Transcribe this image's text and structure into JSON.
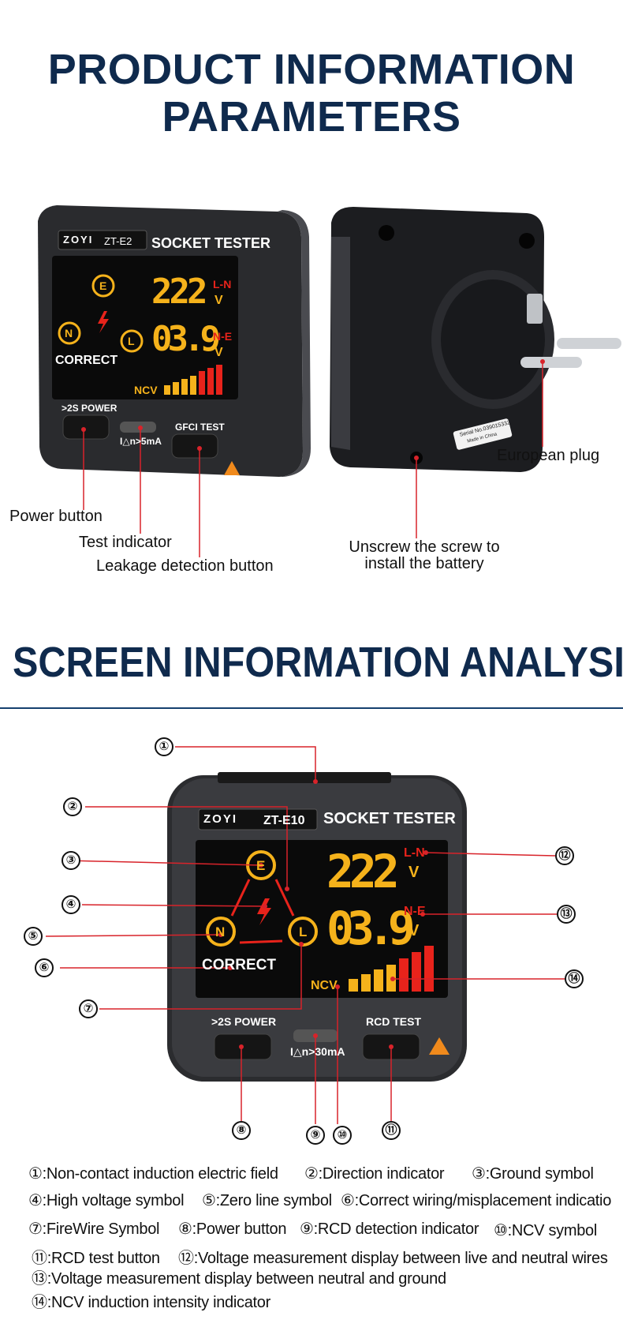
{
  "titles": {
    "product_line1": "PRODUCT INFORMATION",
    "product_line2": "PARAMETERS",
    "screen": "SCREEN INFORMATION ANALYSIS"
  },
  "device_front": {
    "brand": "ZOYI",
    "model": "ZT-E2",
    "name": "SOCKET TESTER",
    "reading_ln": "222",
    "reading_ne": "03.9",
    "label_ln": "L-N",
    "label_ne": "N-E",
    "unit": "V",
    "status": "CORRECT",
    "ncv": "NCV",
    "power_label": ">2S POWER",
    "test_label": "GFCI TEST",
    "leak_label": "I△n>5mA"
  },
  "device_back": {
    "serial": "Serial No.039015332",
    "made_in": "Made in China"
  },
  "callouts": {
    "power_button": "Power button",
    "test_indicator": "Test indicator",
    "leakage_button": "Leakage detection button",
    "european_plug": "European plug",
    "battery_line1": "Unscrew the screw to",
    "battery_line2": "install the battery"
  },
  "device_screen": {
    "brand": "ZOYI",
    "model": "ZT-E10",
    "name": "SOCKET TESTER",
    "reading_ln": "222",
    "reading_ne": "03.9",
    "label_ln": "L-N",
    "label_ne": "N-E",
    "unit": "V",
    "status": "CORRECT",
    "ncv": "NCV",
    "power_label": ">2S POWER",
    "test_label": "RCD TEST",
    "leak_label": "I△n>30mA"
  },
  "markers": [
    "①",
    "②",
    "③",
    "④",
    "⑤",
    "⑥",
    "⑦",
    "⑧",
    "⑨",
    "⑩",
    "⑪",
    "⑫",
    "⑬",
    "⑭"
  ],
  "legend": [
    "①:Non-contact induction electric field",
    "②:Direction indicator",
    "③:Ground symbol",
    "④:High voltage symbol",
    "⑤:Zero line symbol",
    "⑥:Correct wiring/misplacement indicatio",
    "⑦:FireWire Symbol",
    "⑧:Power button",
    "⑨:RCD detection indicator",
    "⑩:NCV symbol",
    "⑪:RCD test button",
    "⑫:Voltage measurement display between live and neutral wires",
    "⑬:Voltage measurement display between neutral and ground",
    "⑭:NCV induction intensity indicator"
  ],
  "colors": {
    "title": "#0f2a4d",
    "lcd_amber": "#f5b21b",
    "lcd_red": "#e8231b",
    "callout_line": "#d8232a"
  }
}
